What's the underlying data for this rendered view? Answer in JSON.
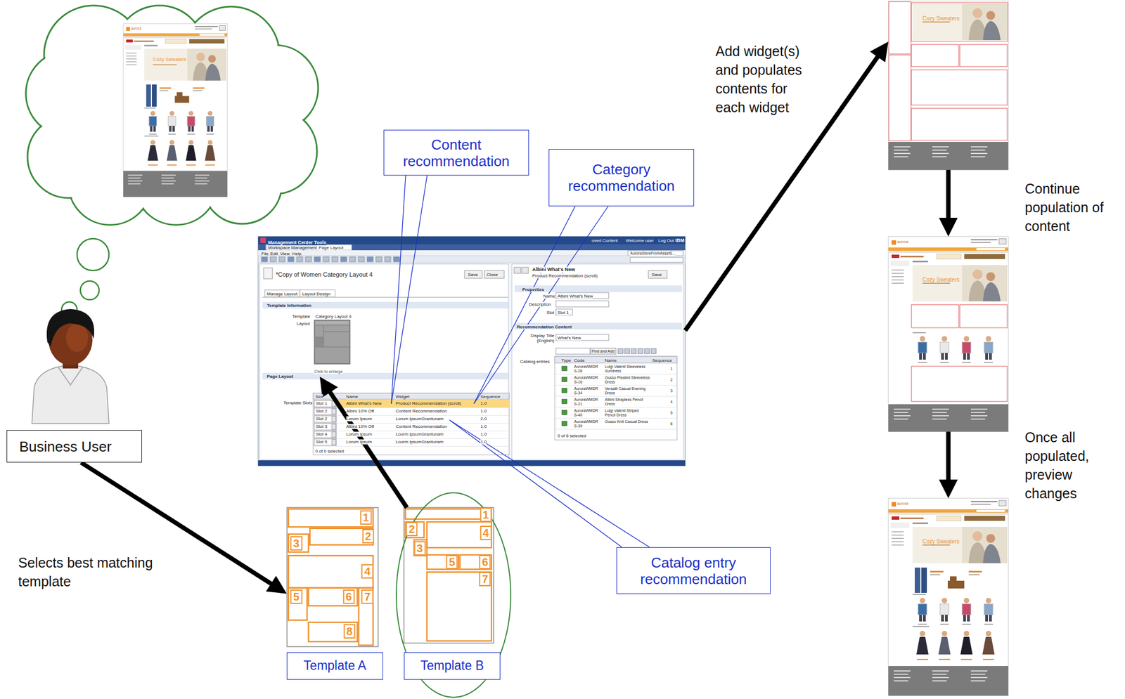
{
  "diagram": {
    "nodes": [
      {
        "text": [
          "Business User"
        ]
      },
      {
        "text": [
          "Template A"
        ]
      },
      {
        "text": [
          "Template B"
        ]
      },
      {
        "text": [
          "Management Center Tools"
        ]
      },
      {
        "text": [
          "Click to enlarge"
        ],
        "in": 3
      },
      {
        "text": [
          "Content recommendation"
        ]
      },
      {
        "text": [
          "Category recommendation"
        ]
      },
      {
        "text": [
          "Catalog entry recommendation"
        ]
      },
      {
        "text": [
          "Cozy Sweaters"
        ]
      },
      {
        "text": [
          "Cozy Sweaters"
        ]
      },
      {
        "text": [
          "Cozy Sweaters"
        ]
      }
    ],
    "edges": [
      {
        "from": 0,
        "to": 1,
        "arrow": "to",
        "label": "Selects best matching template"
      },
      {
        "from": 2,
        "to": 4,
        "arrow": "to"
      },
      {
        "from": 3,
        "to": 8,
        "arrow": "to",
        "label": "Add widget(s) and populates contents for each widget"
      },
      {
        "from": 8,
        "to": 9,
        "arrow": "to",
        "label": "Continue population of content"
      },
      {
        "from": 9,
        "to": 10,
        "arrow": "to",
        "label": "Once all populated, preview changes"
      }
    ],
    "labels": [
      "aurora",
      "Cozy Sweaters",
      "1",
      "2",
      "3",
      "4",
      "5",
      "6",
      "7",
      "8",
      "1",
      "2",
      "3",
      "4",
      "5",
      "6",
      "7",
      "oved Content",
      "Welcome user",
      "Log Out",
      "IBM",
      "Workspace Management",
      "Page Layout",
      "File",
      "Edit",
      "View",
      "Help",
      "AuroraStoreFromAssetS...",
      "*Copy of Women Category Layout 4",
      "Save",
      "Close",
      "Manage Layout",
      "Layout Design",
      "Template Information",
      "Template",
      "Category Layout 4",
      "Layout",
      "Page Layout",
      "Template Slots",
      "Slot",
      "Name",
      "Widget",
      "Sequence",
      "Slot 1",
      "Albini What's New",
      "Product Recommendation (scroll)",
      "1.0",
      "Slot 2",
      "Albini 10% Off",
      "Content Recommendation",
      "1.0",
      "Slot 2",
      "Lorum Ipsum",
      "Lorum IpsumGrantunam",
      "2.0",
      "Slot 3",
      "Albini 10% Off",
      "Content Recommendation",
      "1.0",
      "Slot 4",
      "Lorum Ipsum",
      "Lourm IpsumGrantunam",
      "1.0",
      "Slot 5",
      "Lorum Ipsum",
      "Lourm IpsumGrantunam",
      "1.0",
      "0 of 0 selected",
      "Albini What's New",
      "Product Recommendation (scroll)",
      "Save",
      "Properties",
      "Name",
      "Albini What's New",
      "Description",
      "Slot",
      "Slot 1",
      "Recommendation Content",
      "Display Title (English)",
      "What's New",
      "Find and Add",
      "Catalog entries",
      "Type",
      "Code",
      "Name",
      "Sequence",
      "AuroraWMDR S-28",
      "Luigi Valenti Sleeveless Sundress",
      "1",
      "AuroraWMDR S-16",
      "Gusso Pleated Sleeveless Dress",
      "2",
      "AuroraWMDR S-34",
      "Versatil Casual Evening Dress",
      "3",
      "AuroraWMDR S-21",
      "Albini Strapless Pencil Dress",
      "4",
      "AuroraWMDR S-40",
      "Luigi Valenti Striped Pencil Dress",
      "5",
      "AuroraWMDR S-39",
      "Gusso Knit Casual Dress",
      "6",
      "0 of 6 selected",
      "aurora",
      "aurora"
    ]
  }
}
